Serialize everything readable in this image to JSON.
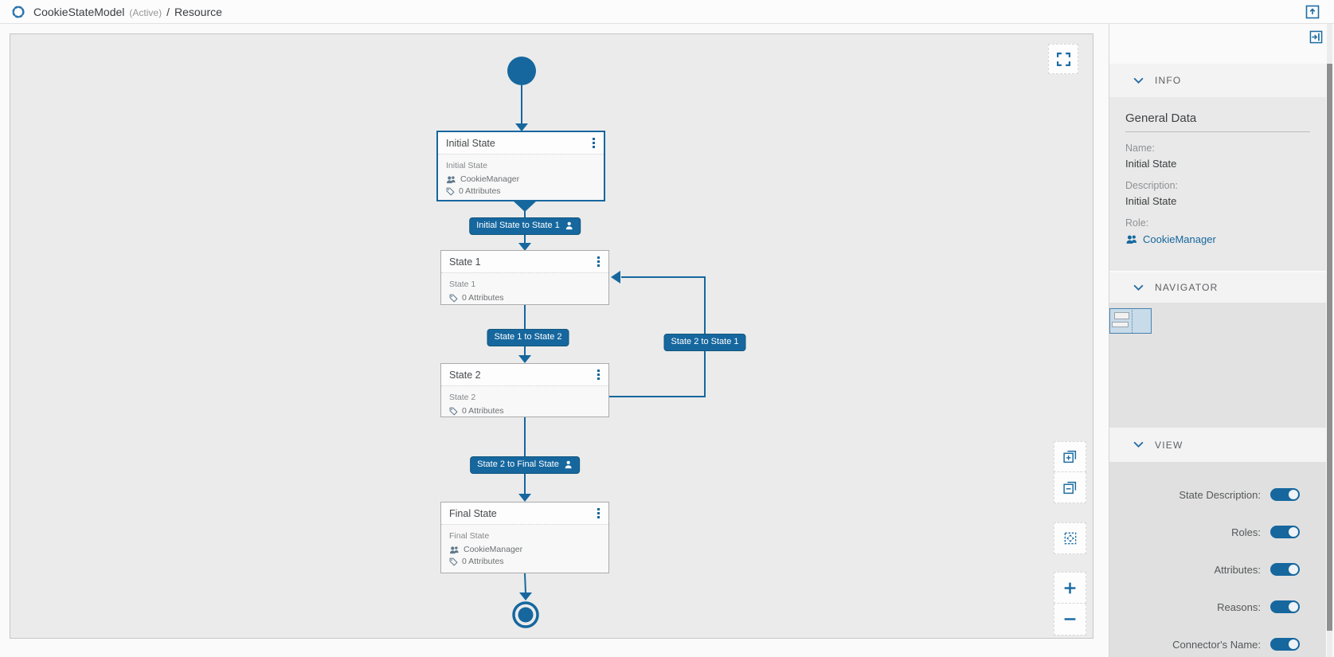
{
  "header": {
    "title": "CookieStateModel",
    "status": "(Active)",
    "separator": "/",
    "section": "Resource"
  },
  "canvas": {
    "nodes": [
      {
        "title": "Initial State",
        "description": "Initial State",
        "role": "CookieManager",
        "attributes": "0 Attributes",
        "selected": true
      },
      {
        "title": "State 1",
        "description": "State 1",
        "attributes": "0 Attributes",
        "selected": false
      },
      {
        "title": "State 2",
        "description": "State 2",
        "attributes": "0 Attributes",
        "selected": false
      },
      {
        "title": "Final State",
        "description": "Final State",
        "role": "CookieManager",
        "attributes": "0 Attributes",
        "selected": false
      }
    ],
    "edges": [
      {
        "label": "Initial State to State 1",
        "has_role_icon": true
      },
      {
        "label": "State 1 to State 2",
        "has_role_icon": false
      },
      {
        "label": "State 2 to State 1",
        "has_role_icon": false
      },
      {
        "label": "State 2 to Final State",
        "has_role_icon": true
      }
    ]
  },
  "sidebar": {
    "info": {
      "header": "INFO",
      "section_title": "General Data",
      "name_label": "Name:",
      "name_value": "Initial State",
      "description_label": "Description:",
      "description_value": "Initial State",
      "role_label": "Role:",
      "role_value": "CookieManager"
    },
    "navigator": {
      "header": "NAVIGATOR"
    },
    "view": {
      "header": "VIEW",
      "toggles": [
        {
          "label": "State Description:",
          "on": true
        },
        {
          "label": "Roles:",
          "on": true
        },
        {
          "label": "Attributes:",
          "on": true
        },
        {
          "label": "Reasons:",
          "on": true
        },
        {
          "label": "Connector's Name:",
          "on": true
        }
      ]
    }
  },
  "icons": {
    "logo": "dashed-circle-state-model",
    "topbar_right": "open-in-window-up-arrow",
    "sidebar_top": "collapse-panel-right-arrow",
    "canvas_top_right": "fullscreen-corner-brackets",
    "canvas_controls": [
      "expand-all",
      "collapse-all",
      "fit-view",
      "zoom-in",
      "zoom-out"
    ],
    "node_menu": "kebab-vertical-dots",
    "role": "people-group",
    "attributes": "tag",
    "edge_role": "person"
  },
  "colors": {
    "primary_blue": "#16679e",
    "canvas_bg": "#ebebeb",
    "node_bg": "#f8f8f8",
    "section_header_bg": "#f3f3f3",
    "info_bg": "#e9e9e9",
    "view_bg": "#e0e0e0"
  }
}
